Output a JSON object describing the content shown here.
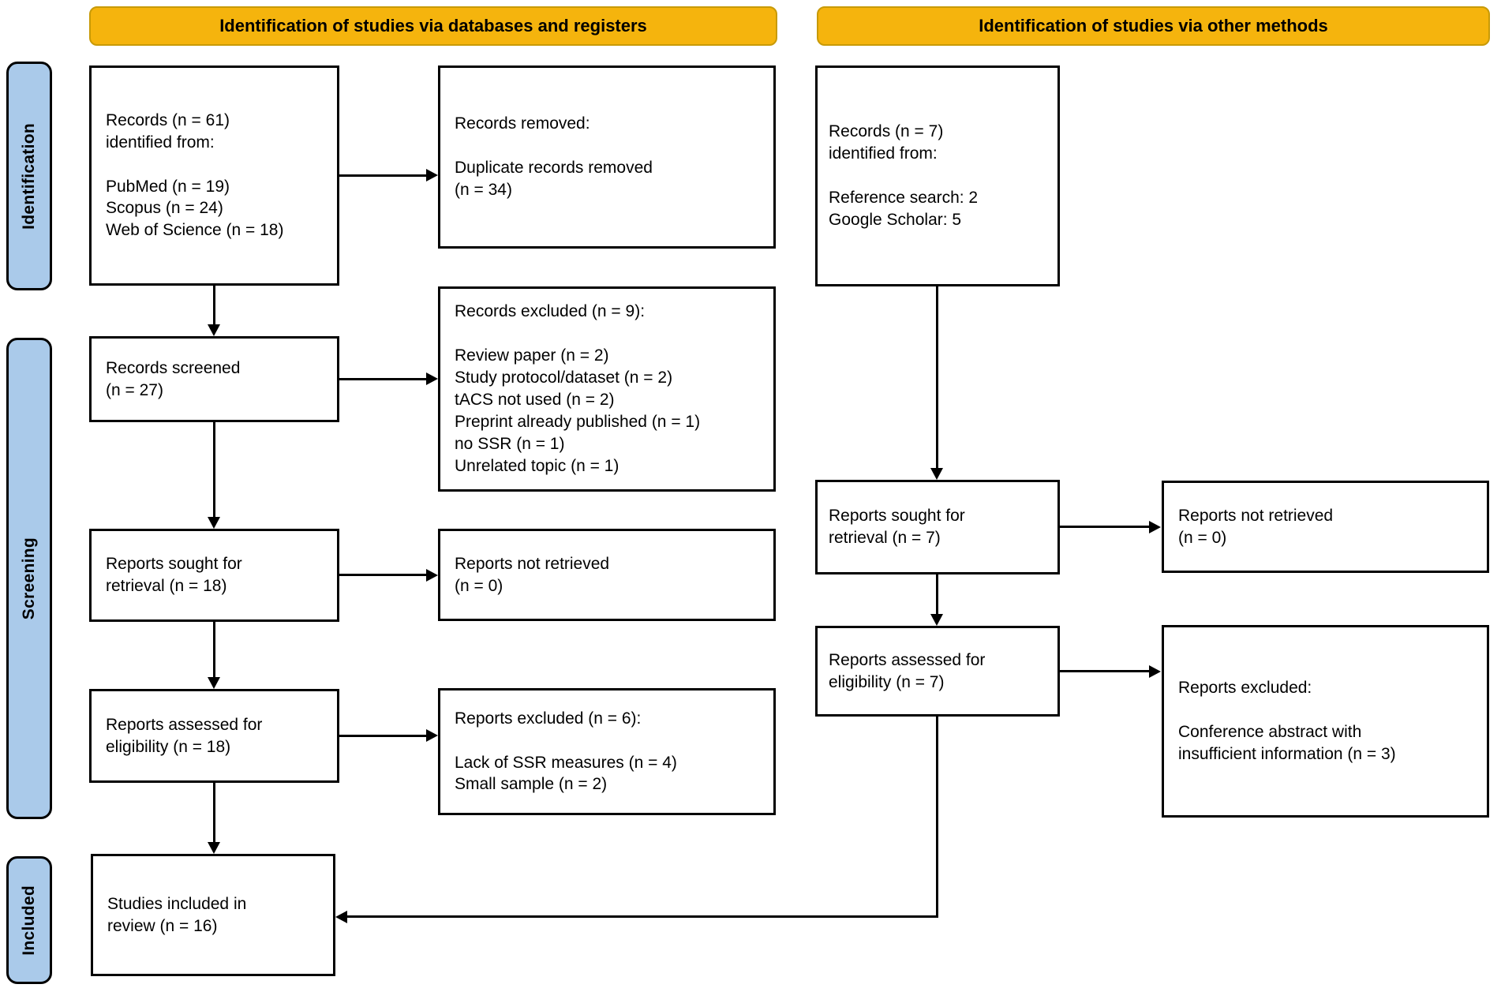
{
  "headers": {
    "databases": "Identification of studies via databases and registers",
    "other_methods": "Identification of studies via other methods"
  },
  "stages": {
    "identification": "Identification",
    "screening": "Screening",
    "included": "Included"
  },
  "db_column": {
    "records_identified": "Records (n = 61)\nidentified from:\n\nPubMed (n = 19)\nScopus (n = 24)\nWeb of Science (n = 18)",
    "records_screened": "Records screened\n(n = 27)",
    "reports_sought": "Reports sought for\nretrieval (n = 18)",
    "reports_assessed": "Reports assessed for\neligibility (n = 18)",
    "studies_included": "Studies included in\nreview (n = 16)"
  },
  "db_exclusions": {
    "records_removed": "Records removed:\n\nDuplicate records removed\n(n = 34)",
    "records_excluded": "Records excluded (n = 9):\n\nReview paper (n = 2)\nStudy protocol/dataset (n = 2)\ntACS not used (n = 2)\nPreprint already published (n = 1)\nno SSR (n = 1)\nUnrelated topic (n = 1)",
    "reports_not_retrieved": "Reports not retrieved\n(n = 0)",
    "reports_excluded": "Reports excluded (n = 6):\n\nLack of SSR measures (n = 4)\nSmall sample (n = 2)"
  },
  "other_column": {
    "records_identified": "Records (n = 7)\nidentified from:\n\nReference search: 2\nGoogle Scholar: 5",
    "reports_sought": "Reports sought for\nretrieval (n = 7)",
    "reports_assessed": "Reports assessed for\neligibility (n = 7)"
  },
  "other_exclusions": {
    "reports_not_retrieved": "Reports not retrieved\n(n = 0)",
    "reports_excluded": "Reports excluded:\n\nConference abstract with\ninsufficient information (n = 3)"
  },
  "colors": {
    "header_fill": "#F5B40D",
    "header_border": "#C89A07",
    "stage_fill": "#AACAEA",
    "box_border": "#000000"
  }
}
